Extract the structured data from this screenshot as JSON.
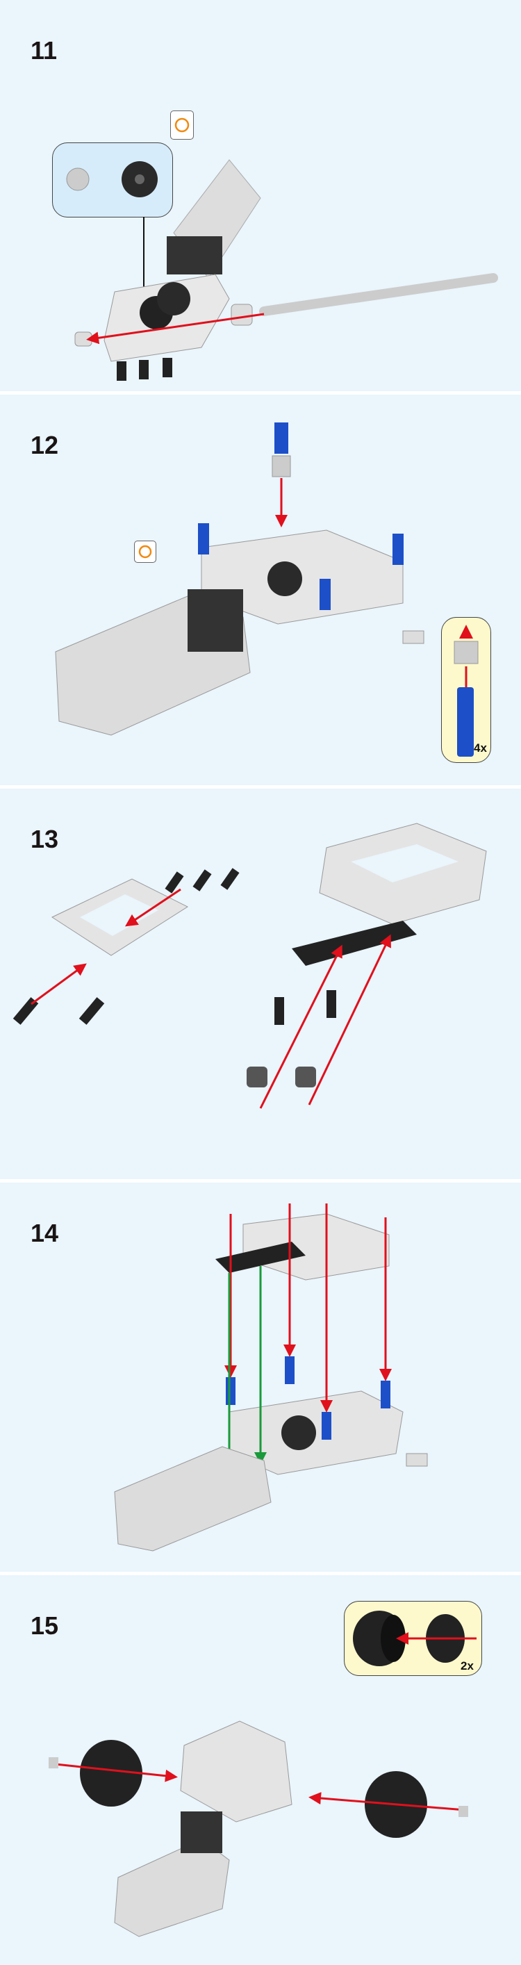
{
  "steps": [
    {
      "number": "11"
    },
    {
      "number": "12",
      "callout_qty": "4x"
    },
    {
      "number": "13"
    },
    {
      "number": "14"
    },
    {
      "number": "15",
      "callout_qty": "2x"
    }
  ],
  "icons": {
    "rotate": "rotate-model-icon"
  },
  "colors": {
    "background": "#eaf5fc",
    "callout_blue": "#d6ecfa",
    "callout_yellow": "#fdf9cc",
    "arrow_red": "#e0101c",
    "arrow_green": "#1a9a3a",
    "pin_blue": "#1d4fc8",
    "part_grey": "#d8d8d8",
    "part_black": "#2a2a2a"
  }
}
